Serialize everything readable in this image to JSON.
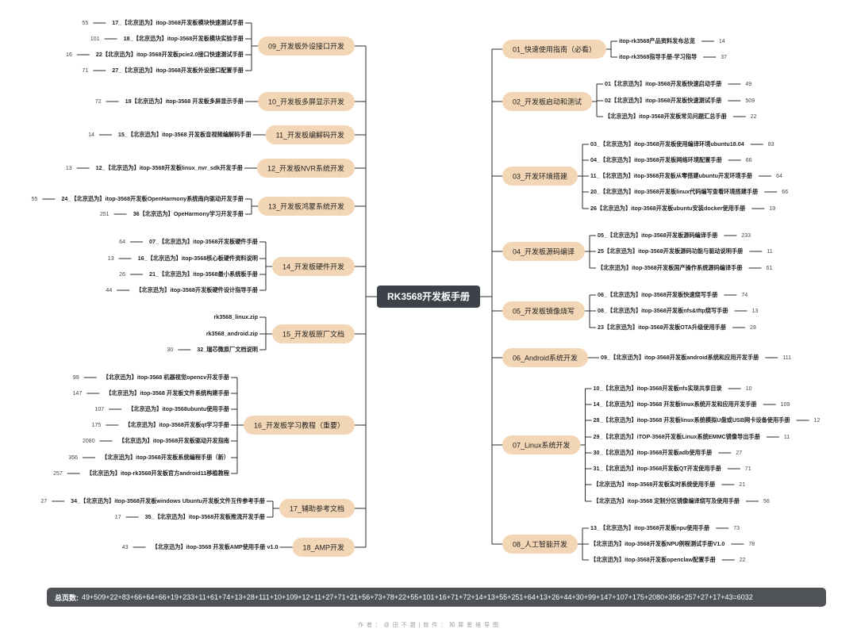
{
  "center": "RK3568开发板手册",
  "colors": {
    "branch_fill": "#f3d6b6",
    "center_fill": "#3c4248",
    "line": "#2b2b2b",
    "text": "#222222",
    "count": "#444444"
  },
  "right": [
    {
      "label": "01_快速使用指南（必看）",
      "items": [
        {
          "text": "itop-rk3568产品资料发布总览",
          "count": "14"
        },
        {
          "text": "itop-rk3568指导手册-学习指导",
          "count": "37"
        }
      ]
    },
    {
      "label": "02_开发板启动和测试",
      "items": [
        {
          "text": "01【北京迅为】itop-3568开发板快速启动手册",
          "count": "49"
        },
        {
          "text": "02【北京迅为】itop-3568开发板快速测试手册",
          "count": "509"
        },
        {
          "text": "【北京迅为】itop-3568开发板常见问题汇总手册",
          "count": "22"
        }
      ]
    },
    {
      "label": "03_开发环境搭建",
      "items": [
        {
          "text": "03_【北京迅为】itop-3568开发板使用编译环境ubuntu18.04",
          "count": "83"
        },
        {
          "text": "04_【北京迅为】itop-3568开发板网络环境配置手册",
          "count": "66"
        },
        {
          "text": "11_【北京迅为】itop-3568开发板从零搭建ubuntu开发环境手册",
          "count": "64"
        },
        {
          "text": "20_【北京迅为】itop-3568开发板linux代码编写查看环境搭建手册",
          "count": "66"
        },
        {
          "text": "26【北京迅为】itop-3568开发板ubuntu安装docker使用手册",
          "count": "19"
        }
      ]
    },
    {
      "label": "04_开发板源码编译",
      "items": [
        {
          "text": "05_【北京迅为】itop-3568开发板源码编译手册",
          "count": "233"
        },
        {
          "text": "25【北京迅为】itop-3568开发板源码功能与驱动说明手册",
          "count": "11"
        },
        {
          "text": "【北京迅为】itop-3568开发板国产操作系统源码编译手册",
          "count": "61"
        }
      ]
    },
    {
      "label": "05_开发板镜像烧写",
      "items": [
        {
          "text": "06_【北京迅为】itop-3568开发板快速烧写手册",
          "count": "74"
        },
        {
          "text": "08_【北京迅为】itop-3568开发板nfs&tftp烧写手册",
          "count": "13"
        },
        {
          "text": "23【北京迅为】itop-3568开发板OTA升级使用手册",
          "count": "28"
        }
      ]
    },
    {
      "label": "06_Android系统开发",
      "items": [
        {
          "text": "09_【北京迅为】itop-3568开发板android系统和应用开发手册",
          "count": "111"
        }
      ]
    },
    {
      "label": "07_Linux系统开发",
      "items": [
        {
          "text": "10_【北京迅为】itop-3568开发板nfs实现共享目录",
          "count": "10"
        },
        {
          "text": "14_【北京迅为】itop-3568 开发板linux系统开发和应用开发手册",
          "count": "109"
        },
        {
          "text": "28_【北京迅为】itop-3568 开发板linux系统模拟U盘或USB网卡设备使用手册",
          "count": "12"
        },
        {
          "text": "29_【北京迅为】iTOP-3568开发板Linux系统EMMC镜像导出手册",
          "count": "11"
        },
        {
          "text": "30_【北京迅为】itop-3568开发板adb使用手册",
          "count": "27"
        },
        {
          "text": "31_【北京迅为】itop-3568开发板QT开发使用手册",
          "count": "71"
        },
        {
          "text": "【北京迅为】itop-3568开发板实时系统使用手册",
          "count": "21"
        },
        {
          "text": "【北京迅为】itop-3568 定制分区镜像编译烧写及使用手册",
          "count": "56"
        }
      ]
    },
    {
      "label": "08_人工智能开发",
      "items": [
        {
          "text": "13_【北京迅为】itop-3568开发板npu使用手册",
          "count": "73"
        },
        {
          "text": "【北京迅为】itop-3568开发板NPU例程测试手册V1.0",
          "count": "78"
        },
        {
          "text": "【北京迅为】itop-3568开发板openclaw配置手册",
          "count": "22"
        }
      ]
    }
  ],
  "left": [
    {
      "label": "09_开发板外设接口开发",
      "items": [
        {
          "text": "17_【北京迅为】itop-3568开发板模块快速测试手册",
          "count": "55"
        },
        {
          "text": "18_【北京迅为】itop-3568开发板模块实验手册",
          "count": "101"
        },
        {
          "text": "22【北京迅为】itop-3568开发板pcie2.0接口快速测试手册",
          "count": "16"
        },
        {
          "text": "27_【北京迅为】itop-3568开发板外设接口配置手册",
          "count": "71"
        }
      ]
    },
    {
      "label": "10_开发板多屏显示开发",
      "items": [
        {
          "text": "19【北京迅为】itop-3568 开发板多屏显示手册",
          "count": "72"
        }
      ]
    },
    {
      "label": "11_开发板编解码开发",
      "items": [
        {
          "text": "15_【北京迅为】itop-3568 开发板音视频编解码手册",
          "count": "14"
        }
      ]
    },
    {
      "label": "12_开发板NVR系统开发",
      "items": [
        {
          "text": "12_【北京迅为】itop-3568开发板linux_nvr_sdk开发手册",
          "count": "13"
        }
      ]
    },
    {
      "label": "13_开发板鸿蒙系统开发",
      "items": [
        {
          "text": "24_【北京迅为】itop-3568开发板OpenHarmony系统南向驱动开发手册",
          "count": "55"
        },
        {
          "text": "36【北京迅为】OpeHarmony学习开发手册",
          "count": "251"
        }
      ]
    },
    {
      "label": "14_开发板硬件开发",
      "items": [
        {
          "text": "07_【北京迅为】itop-3568开发板硬件手册",
          "count": "64"
        },
        {
          "text": "16_【北京迅为】itop-3568核心板硬件资料说明",
          "count": "13"
        },
        {
          "text": "21_【北京迅为】itop-3568最小系统板手册",
          "count": "26"
        },
        {
          "text": "【北京迅为】itop-3568开发板硬件设计指导手册",
          "count": "44"
        }
      ]
    },
    {
      "label": "15_开发板原厂文档",
      "items": [
        {
          "text": "rk3568_linux.zip",
          "count": ""
        },
        {
          "text": "rk3568_android.zip",
          "count": ""
        },
        {
          "text": "32_瑞芯微原厂文档说明",
          "count": "30"
        }
      ]
    },
    {
      "label": "16_开发板学习教程（重要）",
      "items": [
        {
          "text": "【北京迅为】itop-3568 机器视觉opencv开发手册",
          "count": "99"
        },
        {
          "text": "【北京迅为】itop-3568 开发板文件系统构建手册",
          "count": "147"
        },
        {
          "text": "【北京迅为】itop-3568ubuntu使用手册",
          "count": "107"
        },
        {
          "text": "【北京迅为】itop-3568开发板qt学习手册",
          "count": "175"
        },
        {
          "text": "【北京迅为】itop-3568开发板驱动开发指南",
          "count": "2080"
        },
        {
          "text": "【北京迅为】itop-3568开发板系统编程手册（新）",
          "count": "356"
        },
        {
          "text": "【北京迅为】itop-rk3568开发板官方android11移植教程",
          "count": "257"
        }
      ]
    },
    {
      "label": "17_辅助参考文档",
      "items": [
        {
          "text": "34_【北京迅为】itop-3568开发板windows Ubuntu开发板文件互传参考手册",
          "count": "27"
        },
        {
          "text": "35_【北京迅为】itop-3568开发板推流开发手册",
          "count": "17"
        }
      ]
    },
    {
      "label": "18_AMP开发",
      "items": [
        {
          "text": "【北京迅为】itop-3568 开发板AMP使用手册 v1.0",
          "count": "43"
        }
      ]
    }
  ],
  "footer": {
    "label": "总页数:",
    "value": "49+509+22+83+66+64+66+19+233+11+61+74+13+28+111+10+109+12+11+27+71+21+56+73+78+22+55+101+16+71+72+14+13+55+251+64+13+26+44+30+99+147+107+175+2080+356+257+27+17+43=6032"
  },
  "credit": "作 者 ： @ 田 不 甜  |  软 件 ： 知 犀 思 维 导 图"
}
